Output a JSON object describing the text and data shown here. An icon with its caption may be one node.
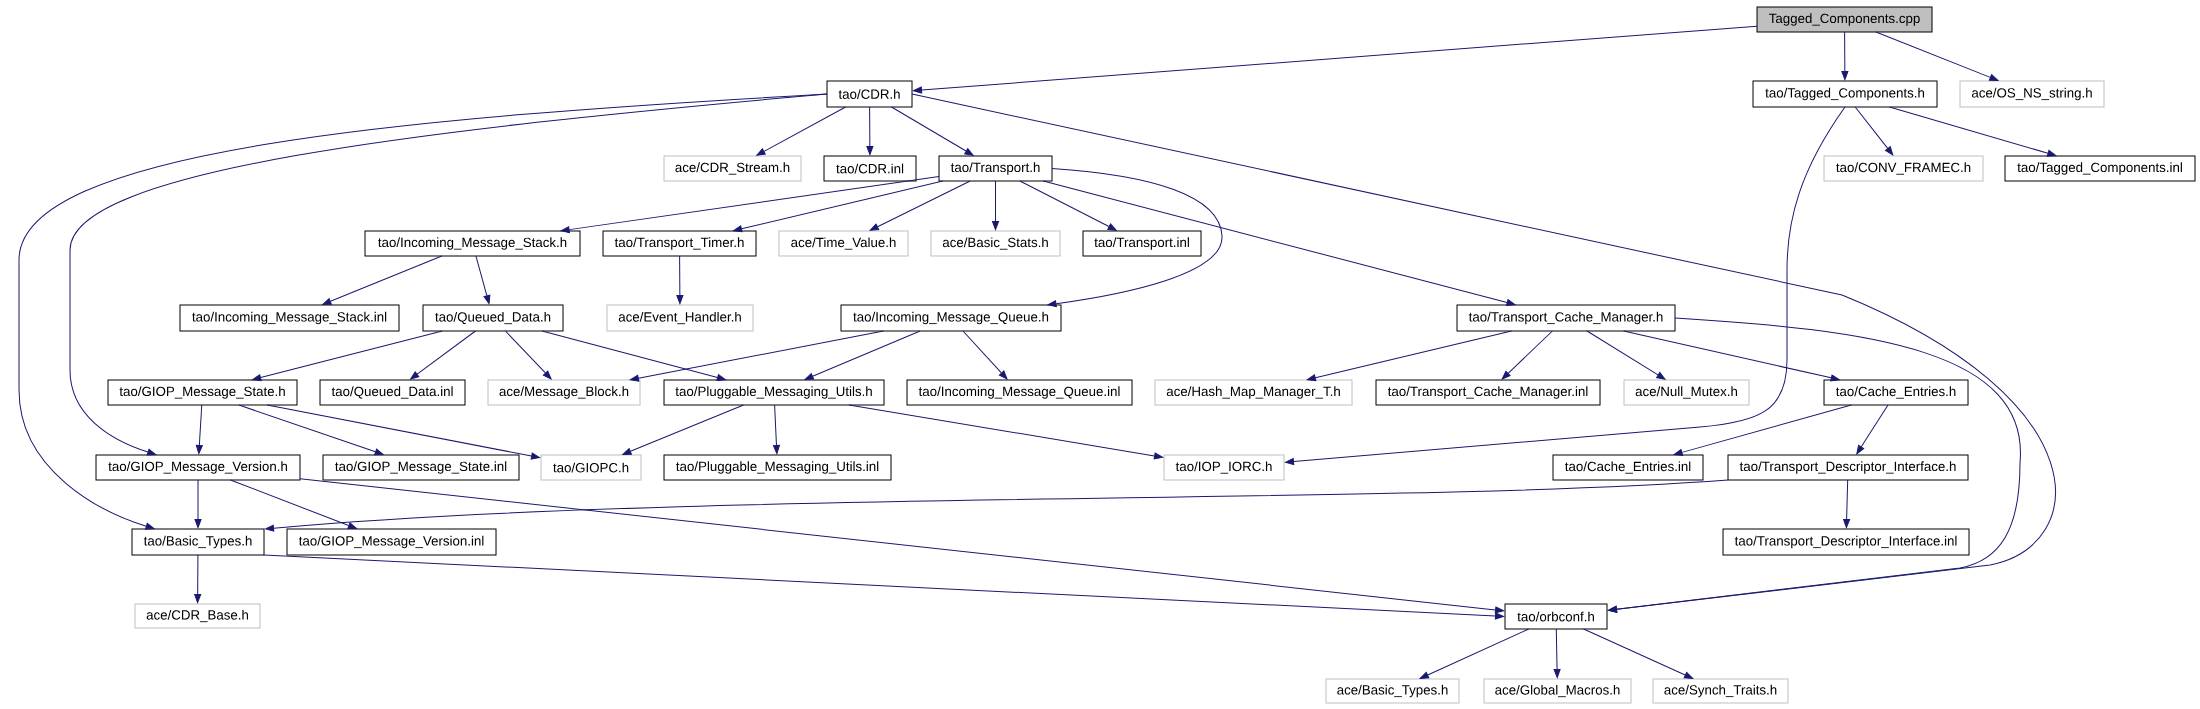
{
  "diagram": {
    "nodes": [
      {
        "text": [
          "Tagged_Components.cpp"
        ]
      },
      {
        "text": [
          "tao/CDR.h"
        ]
      },
      {
        "text": [
          "tao/Tagged_Components.h"
        ]
      },
      {
        "text": [
          "ace/OS_NS_string.h"
        ]
      },
      {
        "text": [
          "ace/CDR_Stream.h"
        ]
      },
      {
        "text": [
          "tao/CDR.inl"
        ]
      },
      {
        "text": [
          "tao/Transport.h"
        ]
      },
      {
        "text": [
          "tao/CONV_FRAMEC.h"
        ]
      },
      {
        "text": [
          "tao/Tagged_Components.inl"
        ]
      },
      {
        "text": [
          "tao/Incoming_Message_Stack.h"
        ]
      },
      {
        "text": [
          "tao/Transport_Timer.h"
        ]
      },
      {
        "text": [
          "ace/Time_Value.h"
        ]
      },
      {
        "text": [
          "ace/Basic_Stats.h"
        ]
      },
      {
        "text": [
          "tao/Transport.inl"
        ]
      },
      {
        "text": [
          "tao/Incoming_Message_Stack.inl"
        ]
      },
      {
        "text": [
          "tao/Queued_Data.h"
        ]
      },
      {
        "text": [
          "ace/Event_Handler.h"
        ]
      },
      {
        "text": [
          "tao/Incoming_Message_Queue.h"
        ]
      },
      {
        "text": [
          "tao/Transport_Cache_Manager.h"
        ]
      },
      {
        "text": [
          "tao/GIOP_Message_State.h"
        ]
      },
      {
        "text": [
          "tao/Queued_Data.inl"
        ]
      },
      {
        "text": [
          "ace/Message_Block.h"
        ]
      },
      {
        "text": [
          "tao/Pluggable_Messaging_Utils.h"
        ]
      },
      {
        "text": [
          "tao/Incoming_Message_Queue.inl"
        ]
      },
      {
        "text": [
          "ace/Hash_Map_Manager_T.h"
        ]
      },
      {
        "text": [
          "tao/Transport_Cache_Manager.inl"
        ]
      },
      {
        "text": [
          "ace/Null_Mutex.h"
        ]
      },
      {
        "text": [
          "tao/Cache_Entries.h"
        ]
      },
      {
        "text": [
          "tao/GIOP_Message_Version.h"
        ]
      },
      {
        "text": [
          "tao/GIOP_Message_State.inl"
        ]
      },
      {
        "text": [
          "tao/GIOPC.h"
        ]
      },
      {
        "text": [
          "tao/Pluggable_Messaging_Utils.inl"
        ]
      },
      {
        "text": [
          "tao/IOP_IORC.h"
        ]
      },
      {
        "text": [
          "tao/Cache_Entries.inl"
        ]
      },
      {
        "text": [
          "tao/Transport_Descriptor_Interface.h"
        ]
      },
      {
        "text": [
          "tao/Basic_Types.h"
        ]
      },
      {
        "text": [
          "tao/GIOP_Message_Version.inl"
        ]
      },
      {
        "text": [
          "tao/Transport_Descriptor_Interface.inl"
        ]
      },
      {
        "text": [
          "ace/CDR_Base.h"
        ]
      },
      {
        "text": [
          "tao/orbconf.h"
        ]
      },
      {
        "text": [
          "ace/Basic_Types.h"
        ]
      },
      {
        "text": [
          "ace/Global_Macros.h"
        ]
      },
      {
        "text": [
          "ace/Synch_Traits.h"
        ]
      }
    ],
    "edges": [
      {
        "from": 0,
        "to": 1,
        "arrow": "to"
      },
      {
        "from": 0,
        "to": 2,
        "arrow": "to"
      },
      {
        "from": 0,
        "to": 3,
        "arrow": "to"
      },
      {
        "from": 1,
        "to": 4,
        "arrow": "to"
      },
      {
        "from": 1,
        "to": 5,
        "arrow": "to"
      },
      {
        "from": 1,
        "to": 6,
        "arrow": "to"
      },
      {
        "from": 1,
        "to": 28,
        "arrow": "to"
      },
      {
        "from": 1,
        "to": 35,
        "arrow": "to"
      },
      {
        "from": 1,
        "to": 39,
        "arrow": "to"
      },
      {
        "from": 2,
        "to": 7,
        "arrow": "to"
      },
      {
        "from": 2,
        "to": 8,
        "arrow": "to"
      },
      {
        "from": 2,
        "to": 32,
        "arrow": "to"
      },
      {
        "from": 6,
        "to": 9,
        "arrow": "to"
      },
      {
        "from": 6,
        "to": 10,
        "arrow": "to"
      },
      {
        "from": 6,
        "to": 11,
        "arrow": "to"
      },
      {
        "from": 6,
        "to": 12,
        "arrow": "to"
      },
      {
        "from": 6,
        "to": 13,
        "arrow": "to"
      },
      {
        "from": 6,
        "to": 17,
        "arrow": "to"
      },
      {
        "from": 6,
        "to": 18,
        "arrow": "to"
      },
      {
        "from": 9,
        "to": 14,
        "arrow": "to"
      },
      {
        "from": 9,
        "to": 15,
        "arrow": "to"
      },
      {
        "from": 10,
        "to": 16,
        "arrow": "to"
      },
      {
        "from": 15,
        "to": 19,
        "arrow": "to"
      },
      {
        "from": 15,
        "to": 20,
        "arrow": "to"
      },
      {
        "from": 15,
        "to": 21,
        "arrow": "to"
      },
      {
        "from": 15,
        "to": 22,
        "arrow": "to"
      },
      {
        "from": 17,
        "to": 21,
        "arrow": "to"
      },
      {
        "from": 17,
        "to": 22,
        "arrow": "to"
      },
      {
        "from": 17,
        "to": 23,
        "arrow": "to"
      },
      {
        "from": 18,
        "to": 24,
        "arrow": "to"
      },
      {
        "from": 18,
        "to": 25,
        "arrow": "to"
      },
      {
        "from": 18,
        "to": 26,
        "arrow": "to"
      },
      {
        "from": 18,
        "to": 27,
        "arrow": "to"
      },
      {
        "from": 18,
        "to": 39,
        "arrow": "to"
      },
      {
        "from": 19,
        "to": 28,
        "arrow": "to"
      },
      {
        "from": 19,
        "to": 29,
        "arrow": "to"
      },
      {
        "from": 19,
        "to": 30,
        "arrow": "to"
      },
      {
        "from": 22,
        "to": 30,
        "arrow": "to"
      },
      {
        "from": 22,
        "to": 31,
        "arrow": "to"
      },
      {
        "from": 22,
        "to": 32,
        "arrow": "to"
      },
      {
        "from": 27,
        "to": 33,
        "arrow": "to"
      },
      {
        "from": 27,
        "to": 34,
        "arrow": "to"
      },
      {
        "from": 34,
        "to": 35,
        "arrow": "to"
      },
      {
        "from": 34,
        "to": 37,
        "arrow": "to"
      },
      {
        "from": 28,
        "to": 35,
        "arrow": "to"
      },
      {
        "from": 28,
        "to": 36,
        "arrow": "to"
      },
      {
        "from": 28,
        "to": 39,
        "arrow": "to"
      },
      {
        "from": 35,
        "to": 38,
        "arrow": "to"
      },
      {
        "from": 35,
        "to": 39,
        "arrow": "to"
      },
      {
        "from": 39,
        "to": 40,
        "arrow": "to"
      },
      {
        "from": 39,
        "to": 41,
        "arrow": "to"
      },
      {
        "from": 39,
        "to": 42,
        "arrow": "to"
      }
    ]
  }
}
